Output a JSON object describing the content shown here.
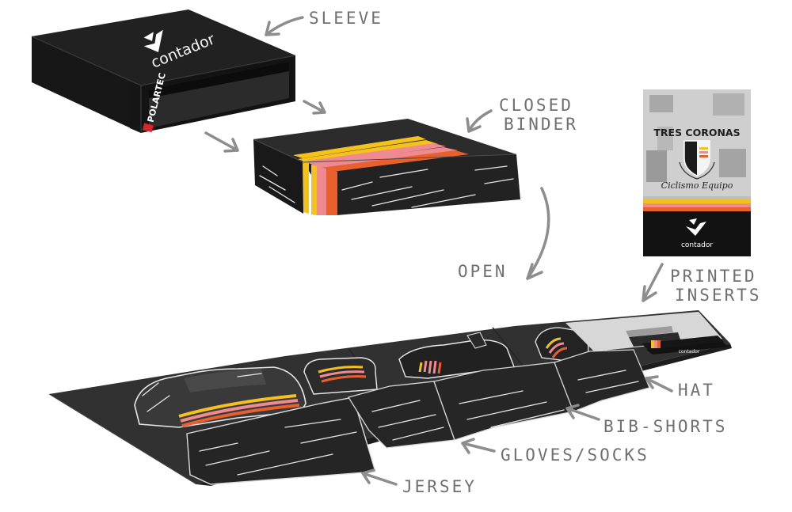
{
  "labels": {
    "sleeve": "SLEEVE",
    "closed_binder_line1": "CLOSED",
    "closed_binder_line2": "BINDER",
    "open": "OPEN",
    "printed_inserts_line1": "PRINTED",
    "printed_inserts_line2": "INSERTS",
    "hat": "HAT",
    "bib_shorts": "BIB-SHORTS",
    "gloves_socks": "GLOVES/SOCKS",
    "jersey": "JERSEY"
  },
  "sleeve_box": {
    "brand": "contador",
    "side_brand": "POLARTEC"
  },
  "insert_card": {
    "title": "TRES CORONAS",
    "subtitle": "Ciclismo Equipo",
    "brand": "contador"
  },
  "mini_insert": {
    "brand": "contador"
  },
  "colors": {
    "box": "#2b2a2a",
    "box_dark": "#1c1b1b",
    "stripe_yellow": "#f5c21b",
    "stripe_pink": "#ef8a90",
    "stripe_orange": "#e8602c",
    "label_gray": "#6f6f6f"
  },
  "icons": [
    "contador-logo-icon",
    "polartec-logo-icon",
    "shield-crest-icon"
  ]
}
